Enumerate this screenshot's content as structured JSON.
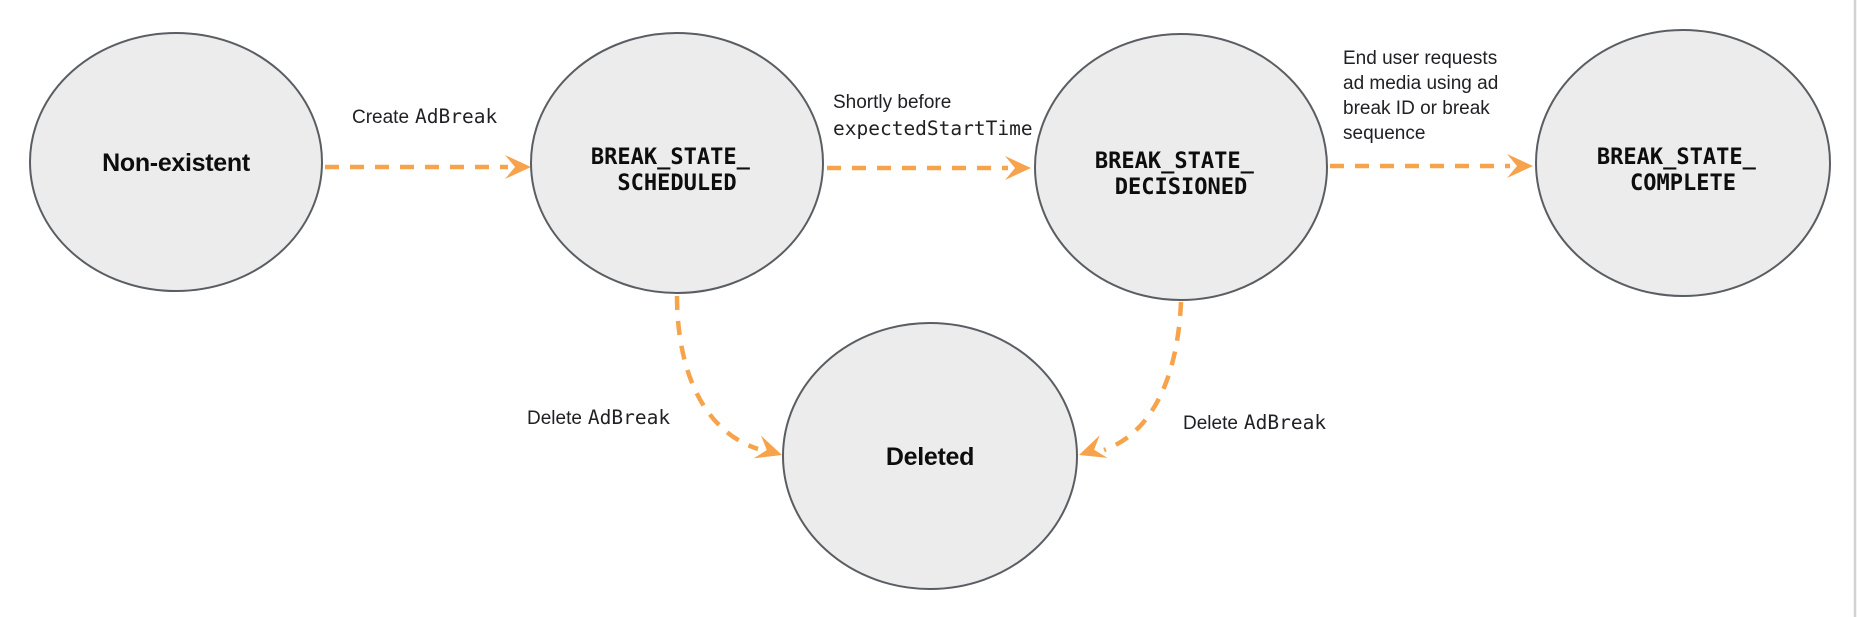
{
  "colors": {
    "background": "#ffffff",
    "node_fill": "#ececec",
    "node_stroke": "#5a5e62",
    "arrow": "#f7a34b",
    "state_text": "#0d0d0d",
    "label_text": "#202124",
    "divider": "#d2d2d2"
  },
  "states": {
    "non_existent": {
      "label": "Non-existent"
    },
    "scheduled": {
      "line1": "BREAK_STATE_",
      "line2": "SCHEDULED"
    },
    "decisioned": {
      "line1": "BREAK_STATE_",
      "line2": "DECISIONED"
    },
    "complete": {
      "line1": "BREAK_STATE_",
      "line2": "COMPLETE"
    },
    "deleted": {
      "label": "Deleted"
    }
  },
  "transitions": {
    "create_adbreak": {
      "prefix": "Create",
      "code": "AdBreak"
    },
    "shortly_before": {
      "line1": "Shortly before",
      "code_line": "expectedStartTime"
    },
    "end_user_request": {
      "line1": "End user requests",
      "line2": "ad media using ad",
      "line3": "break ID or break",
      "line4": "sequence"
    },
    "delete_adbreak_left": {
      "prefix": "Delete",
      "code": "AdBreak"
    },
    "delete_adbreak_right": {
      "prefix": "Delete",
      "code": "AdBreak"
    }
  }
}
